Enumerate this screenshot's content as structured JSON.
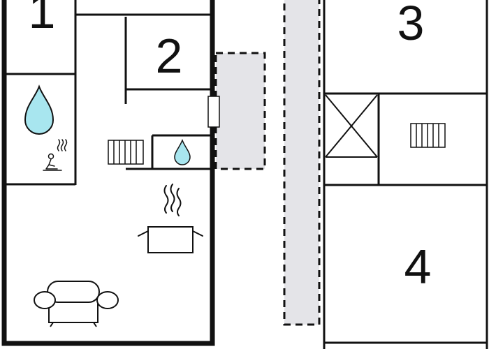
{
  "rooms": [
    {
      "number": "1"
    },
    {
      "number": "2"
    },
    {
      "number": "3"
    },
    {
      "number": "4"
    }
  ],
  "icons": {
    "water_drop": "water-drop-icon",
    "sauna": "sauna-icon",
    "radiator": "radiator-icon",
    "cooking_pot": "cooking-pot-icon",
    "sofa": "sofa-icon",
    "stairs": "stairs-icon",
    "door": "door-icon"
  },
  "colors": {
    "wall": "#111111",
    "water": "#a8e6ef",
    "terrace": "#e4e4e8",
    "background": "#ffffff"
  }
}
